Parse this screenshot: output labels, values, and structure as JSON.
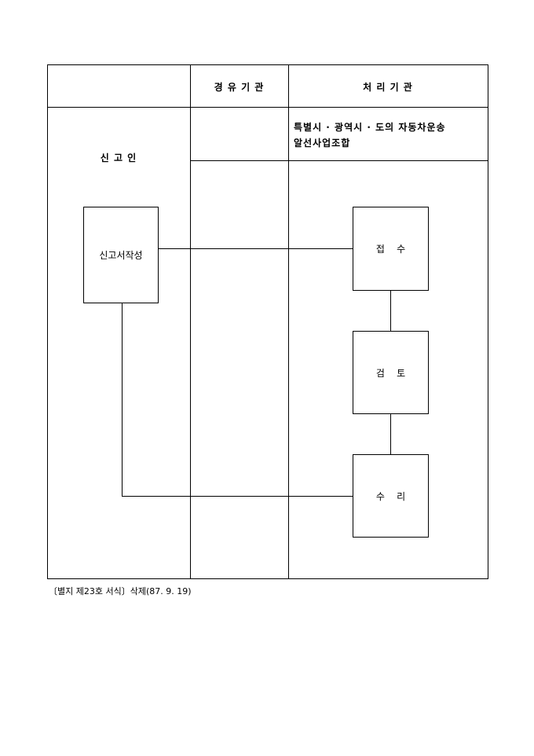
{
  "header": {
    "col2": "경 유 기 관",
    "col3": "처 리 기 관"
  },
  "row": {
    "applicant": "신 고 인",
    "processing_org_line1": "특별시 · 광역시 · 도의 자동차운송",
    "processing_org_line2": "알선사업조합"
  },
  "flow": {
    "step_write": "신고서작성",
    "step_receive": "접    수",
    "step_review": "검    토",
    "step_accept": "수    리"
  },
  "footnote": "〔별지 제23호 서식〕삭제(87. 9. 19)"
}
